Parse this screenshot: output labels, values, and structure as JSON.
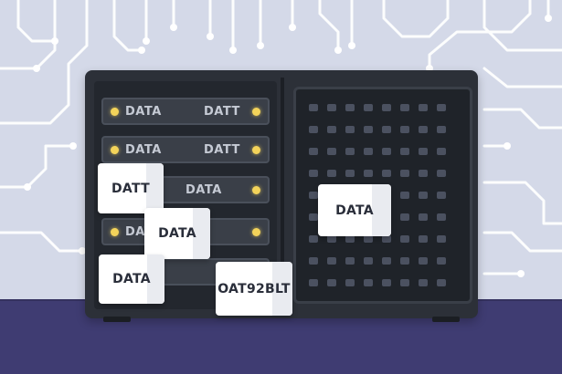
{
  "server": {
    "racks": [
      {
        "left_label": "DATA",
        "right_label": "DATT"
      },
      {
        "left_label": "DATA",
        "right_label": "DATT"
      },
      {
        "left_label": "DATA",
        "right_label": ""
      },
      {
        "left_label": "DATA",
        "right_label": ""
      },
      {
        "left_label": "",
        "right_label": ""
      }
    ]
  },
  "cards": [
    {
      "text": "DATT"
    },
    {
      "text": "DATA"
    },
    {
      "text": "DATA"
    },
    {
      "text": "OAT92BLT"
    },
    {
      "text": "DATA"
    }
  ],
  "colors": {
    "background": "#d4d9e8",
    "circuit": "#ffffff",
    "floor": "#3f3c72",
    "cabinet": "#2c3038",
    "led": "#f3d35a"
  }
}
